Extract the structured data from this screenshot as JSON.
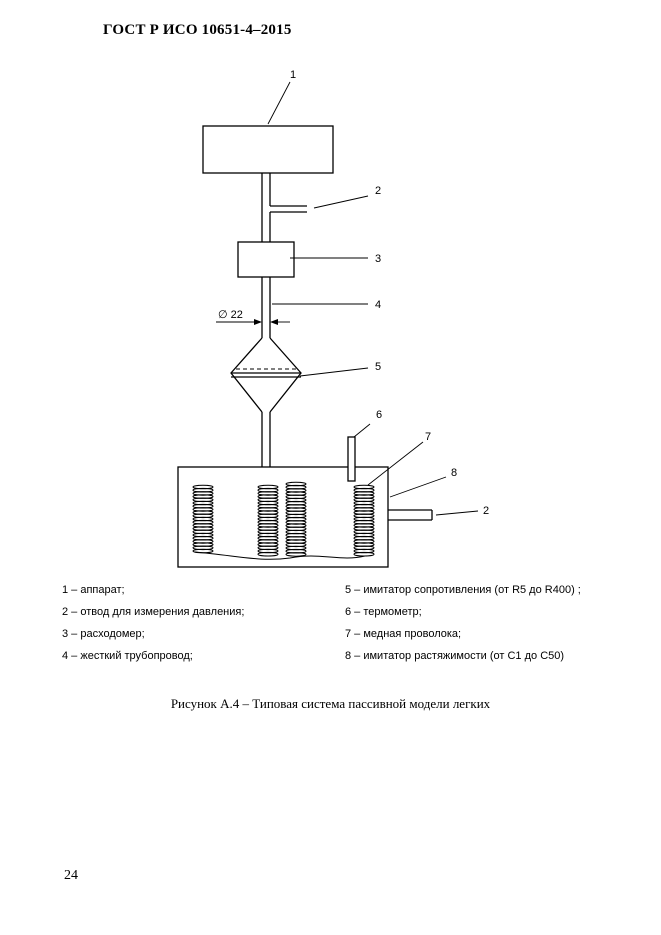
{
  "header": {
    "title": "ГОСТ Р ИСО 10651-4–2015"
  },
  "figure": {
    "callouts": [
      "1",
      "2",
      "3",
      "4",
      "5",
      "6",
      "7",
      "8",
      "2"
    ],
    "diameter_label": "∅ 22"
  },
  "legend": {
    "left": [
      "1 – аппарат;",
      "2 – отвод для измерения давления;",
      "3 – расходомер;",
      "4 – жесткий трубопровод;"
    ],
    "right": [
      "5 – имитатор сопротивления (от R5 до R400) ;",
      "6 – термометр;",
      "7 – медная проволока;",
      "8 – имитатор растяжимости (от С1 до С50)"
    ]
  },
  "caption": "Рисунок А.4 – Типовая система пассивной модели легких",
  "page_number": "24"
}
